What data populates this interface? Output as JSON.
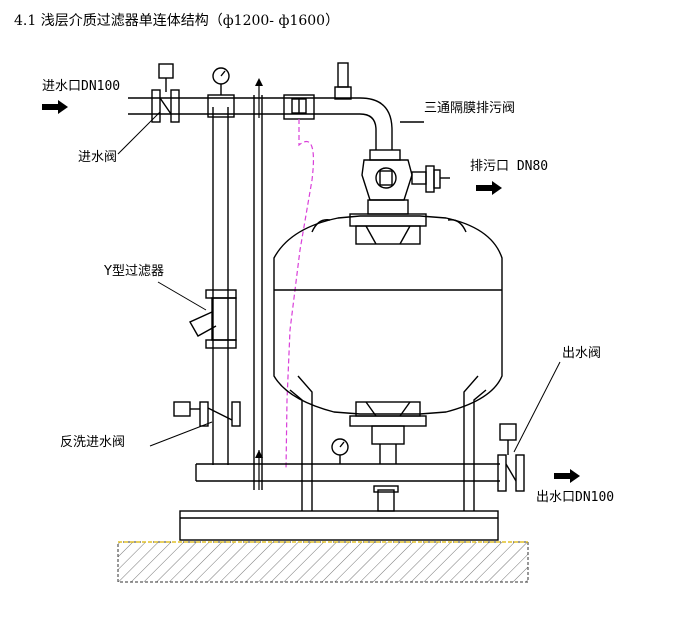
{
  "heading": "4.1  浅层介质过滤器单连体结构（ф1200- ф1600）",
  "labels": {
    "inlet": "进水口DN100",
    "inlet_valve": "进水阀",
    "three_way_valve": "三通隔膜排污阀",
    "drain_outlet": "排污口 DN80",
    "y_strainer": "Y型过滤器",
    "backwash_valve": "反洗进水阀",
    "outlet_valve": "出水阀",
    "outlet": "出水口DN100"
  }
}
